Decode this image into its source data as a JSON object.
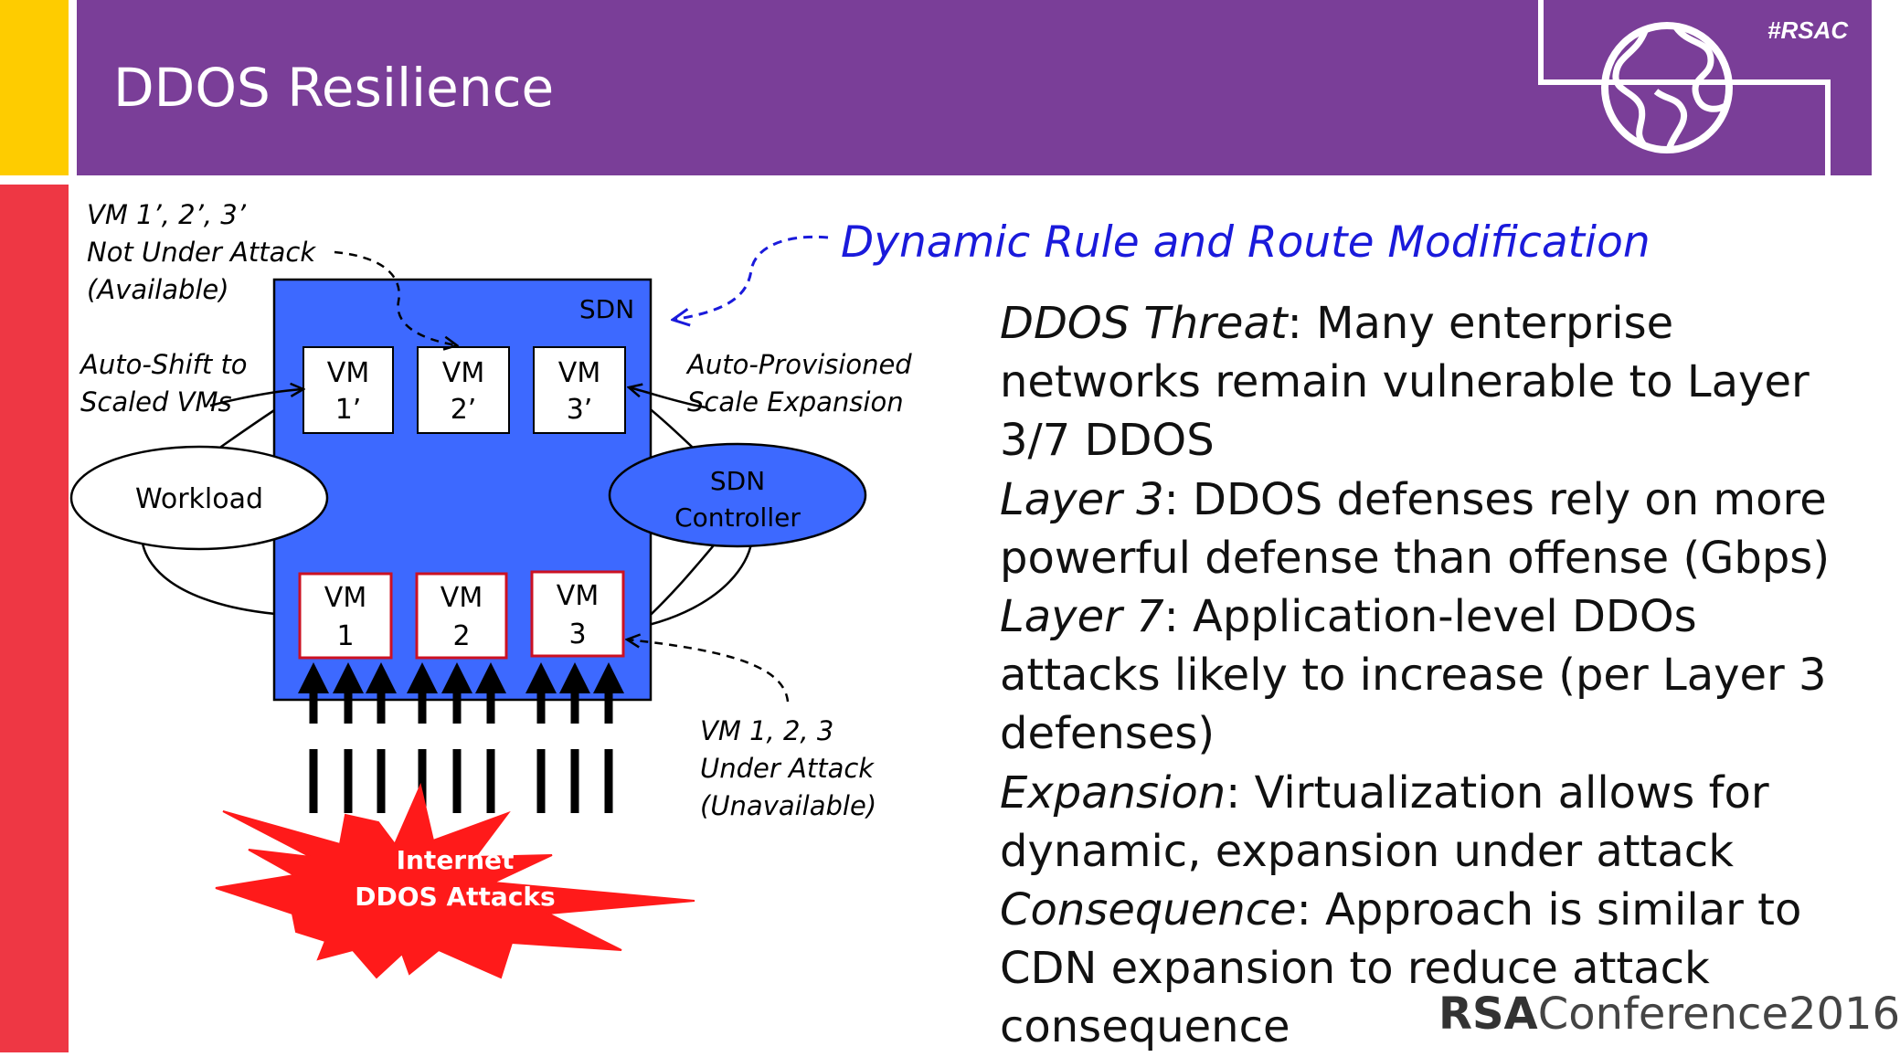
{
  "header": {
    "title": "DDOS Resilience",
    "hashtag": "#RSAC",
    "globe_icon": "globe-icon"
  },
  "colors": {
    "header_purple": "#7a3e98",
    "accent_yellow": "#fecc00",
    "accent_red": "#ee3744",
    "sdn_blue": "#3d69ff",
    "rule_blue": "#1a1adb",
    "attack_red": "#ff1a1a"
  },
  "diagram": {
    "label_not_under_attack_1": "VM 1’, 2’, 3’",
    "label_not_under_attack_2": "Not Under Attack",
    "label_not_under_attack_3": "(Available)",
    "sdn_label": "SDN",
    "auto_shift_1": "Auto-Shift to",
    "auto_shift_2": "Scaled VMs",
    "auto_prov_1": "Auto-Provisioned",
    "auto_prov_2": "Scale Expansion",
    "workload": "Workload",
    "controller_1": "SDN",
    "controller_2": "Controller",
    "under_attack_1": "VM 1, 2, 3",
    "under_attack_2": "Under Attack",
    "under_attack_3": "(Unavailable)",
    "attack_1": "Internet",
    "attack_2": "DDOS Attacks",
    "dynamic_rule": "Dynamic Rule and Route Modification",
    "vm_scaled": [
      {
        "l1": "VM",
        "l2": "1’"
      },
      {
        "l1": "VM",
        "l2": "2’"
      },
      {
        "l1": "VM",
        "l2": "3’"
      }
    ],
    "vm_attacked": [
      {
        "l1": "VM",
        "l2": "1"
      },
      {
        "l1": "VM",
        "l2": "2"
      },
      {
        "l1": "VM",
        "l2": "3"
      }
    ]
  },
  "body": {
    "p1_term": "DDOS Threat",
    "p1_text": ": Many enterprise networks remain vulnerable to Layer 3/7 DDOS",
    "p2_term": "Layer 3",
    "p2_text": ": DDOS defenses rely on more powerful defense than offense (Gbps)",
    "p3_term": "Layer 7",
    "p3_text": ": Application-level DDOs attacks likely to increase (per Layer 3 defenses)",
    "p4_term": "Expansion",
    "p4_text": ": Virtualization allows for dynamic, expansion under attack",
    "p5_term": "Consequence",
    "p5_text": ": Approach is similar to CDN expansion to reduce attack consequence"
  },
  "footer": {
    "logo_rsa": "RSA",
    "logo_conference": "Conference2016"
  }
}
